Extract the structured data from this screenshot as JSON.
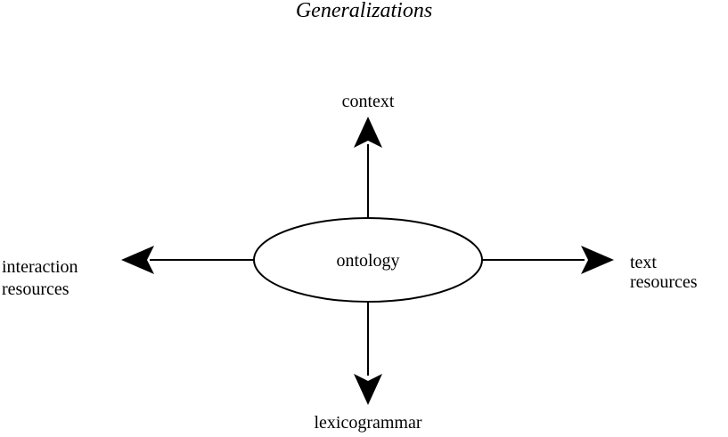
{
  "title": "Generalizations",
  "center": {
    "label": "ontology"
  },
  "nodes": {
    "top": {
      "label": "context"
    },
    "bottom": {
      "label": "lexicogrammar"
    },
    "left": {
      "line1": "interaction",
      "line2": "resources"
    },
    "right": {
      "line1": "text",
      "line2": "resources"
    }
  },
  "colors": {
    "stroke": "#000000",
    "background": "#ffffff"
  }
}
